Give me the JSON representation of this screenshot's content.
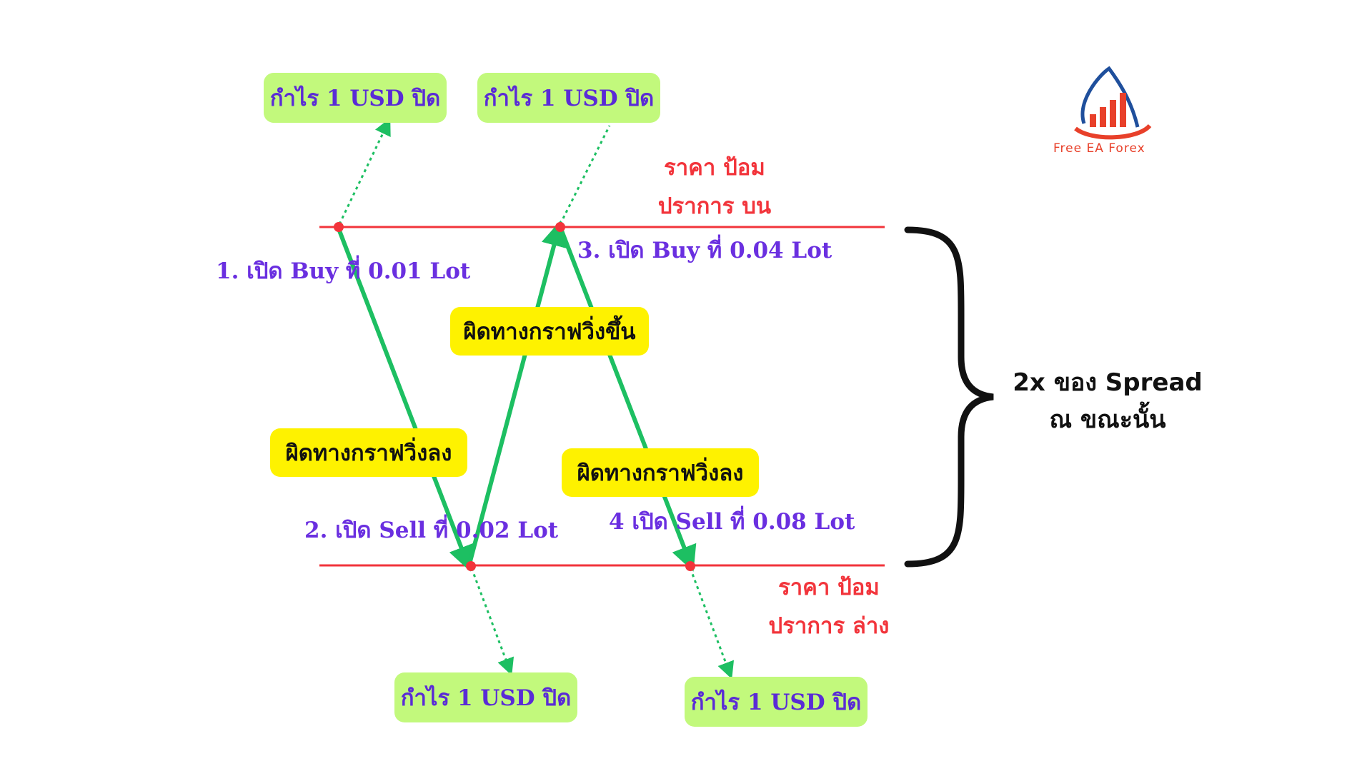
{
  "profit_boxes": [
    {
      "label": "กำไร 1 USD ปิด"
    },
    {
      "label": "กำไร 1 USD ปิด"
    },
    {
      "label": "กำไร 1 USD ปิด"
    },
    {
      "label": "กำไร 1 USD ปิด"
    }
  ],
  "steps": {
    "step1": "1.  เปิด Buy ที่ 0.01 Lot",
    "step2": "2. เปิด Sell ที่ 0.02 Lot",
    "step3": "3. เปิด Buy ที่ 0.04 Lot",
    "step4": "4 เปิด Sell ที่ 0.08 Lot"
  },
  "wrong_direction": {
    "down_1": "ผิดทางกราฟวิ่งลง",
    "up": "ผิดทางกราฟวิ่งขึ้น",
    "down_2": "ผิดทางกราฟวิ่งลง"
  },
  "levels": {
    "upper_line1": "ราคา ป้อม",
    "upper_line2": "ปราการ บน",
    "lower_line1": "ราคา ป้อม",
    "lower_line2": "ปราการ ล่าง"
  },
  "spread_note": {
    "line1": "2x ของ Spread",
    "line2": "ณ ขณะนั้น"
  },
  "logo": {
    "text": "Free EA Forex",
    "icon": "chart-bars-arc-icon"
  },
  "colors": {
    "level_line": "#f2343b",
    "trend_arrow": "#1dbf62",
    "profit_box": "#c2f97c",
    "warning_box": "#fef200",
    "step_text": "#6a2fe0"
  }
}
